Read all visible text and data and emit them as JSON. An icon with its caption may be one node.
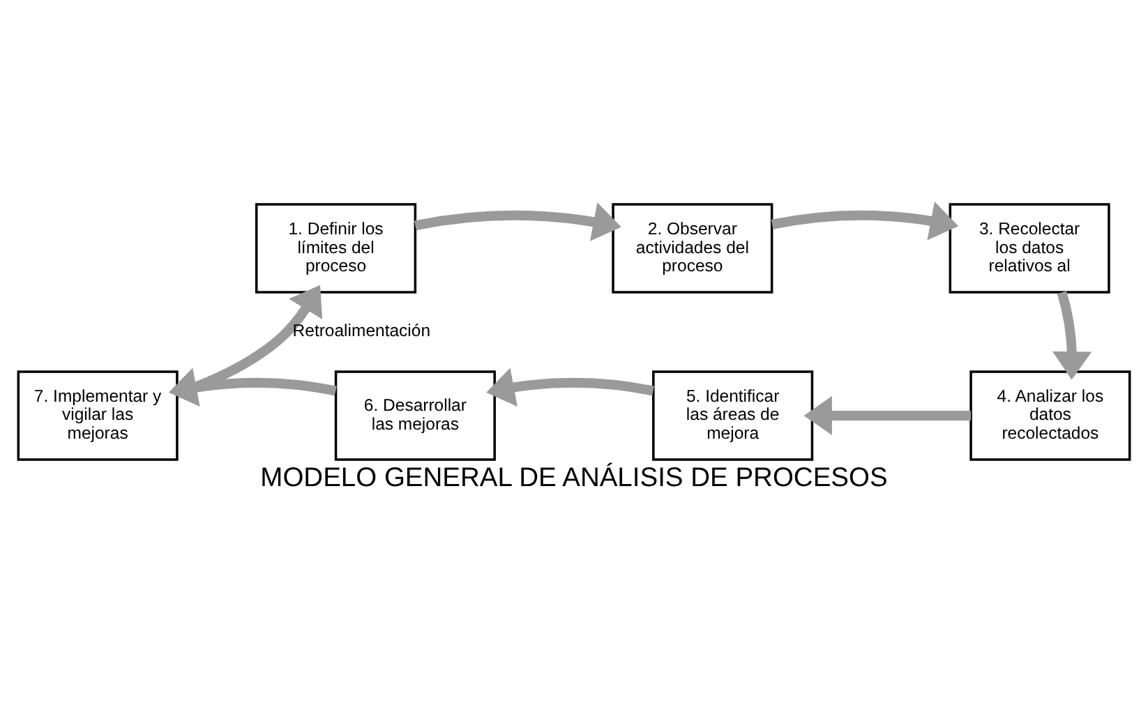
{
  "diagram": {
    "title": "MODELO GENERAL DE ANÁLISIS DE PROCESOS",
    "nodes": [
      {
        "text": [
          "1. Definir los límites del proceso"
        ]
      },
      {
        "text": [
          "2. Observar actividades del proceso"
        ]
      },
      {
        "text": [
          "3. Recolectar los datos relativos al"
        ]
      },
      {
        "text": [
          "4. Analizar los datos recolectados"
        ]
      },
      {
        "text": [
          "5. Identificar las áreas de mejora"
        ]
      },
      {
        "text": [
          "6. Desarrollar las mejoras"
        ]
      },
      {
        "text": [
          "7. Implementar y vigilar las mejoras"
        ]
      }
    ],
    "edges": [
      {
        "from": 0,
        "to": 1,
        "arrow": "to"
      },
      {
        "from": 1,
        "to": 2,
        "arrow": "to"
      },
      {
        "from": 2,
        "to": 3,
        "arrow": "to"
      },
      {
        "from": 3,
        "to": 4,
        "arrow": "to"
      },
      {
        "from": 4,
        "to": 5,
        "arrow": "to"
      },
      {
        "from": 5,
        "to": 6,
        "arrow": "to"
      },
      {
        "from": 6,
        "to": 0,
        "arrow": "to",
        "label": "Retroalimentación"
      }
    ]
  }
}
